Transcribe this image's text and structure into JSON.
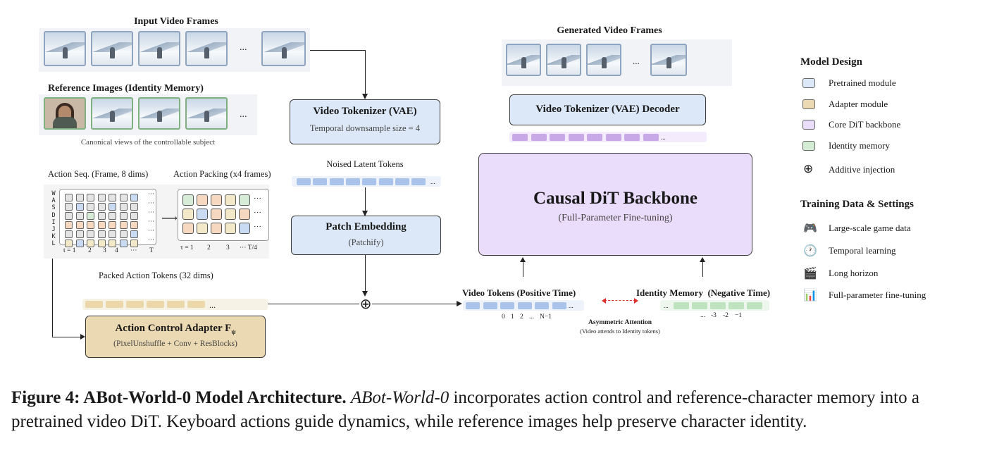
{
  "diagram": {
    "input_frames_title": "Input Video Frames",
    "ellipsis": "...",
    "reference_title": "Reference Images (Identity Memory)",
    "reference_caption": "Canonical views of the controllable subject",
    "action_seq_label": "Action Seq. (Frame, 8 dims)",
    "action_packing_label": "Action Packing (x4 frames)",
    "action_keys": [
      "W",
      "A",
      "S",
      "D",
      "I",
      "J",
      "K",
      "L"
    ],
    "time_axis": [
      "t = 1",
      "2",
      "3",
      "4",
      "···",
      "T"
    ],
    "packed_axis": [
      "τ = 1",
      "2",
      "3",
      "··· T/4"
    ],
    "packed_tokens_label": "Packed Action Tokens (32 dims)",
    "adapter_title": "Action Control Adapter F",
    "adapter_subscript": "ψ",
    "adapter_sub": "(PixelUnshuffle + Conv + ResBlocks)",
    "vae_title": "Video Tokenizer (VAE)",
    "vae_sub": "Temporal downsample size = 4",
    "noised_label": "Noised Latent Tokens",
    "patch_title": "Patch Embedding",
    "patch_sub": "(Patchify)",
    "generated_title": "Generated Video Frames",
    "decoder_title": "Video Tokenizer (VAE) Decoder",
    "dit_title": "Causal DiT Backbone",
    "dit_sub": "(Full-Parameter Fine-tuning)",
    "video_tokens_label": "Video Tokens (Positive Time)",
    "video_token_idx": [
      "0",
      "1",
      "2",
      "...",
      "N−1"
    ],
    "identity_label": "Identity Memory  (Negative Time)",
    "identity_idx": [
      "...",
      "-3",
      "-2",
      "−1"
    ],
    "asym_title": "Asymmetric Attention",
    "asym_sub": "(Video attends to Identity tokens)",
    "plus_symbol": "⊕",
    "token_ellipsis": "..."
  },
  "legend": {
    "model_design_title": "Model Design",
    "items": [
      {
        "label": "Pretrained module",
        "color": "#dce8f7"
      },
      {
        "label": "Adapter module",
        "color": "#ead9b3"
      },
      {
        "label": "Core DiT backbone",
        "color": "#eadcfb"
      },
      {
        "label": "Identity memory",
        "color": "#d4ecd4"
      },
      {
        "label": "Additive injection",
        "symbol": "⊕"
      }
    ],
    "training_title": "Training Data & Settings",
    "training_items": [
      {
        "label": "Large-scale game data",
        "icon": "gamepad-icon",
        "glyph": "🎮"
      },
      {
        "label": "Temporal learning",
        "icon": "clock-icon",
        "glyph": "🕐"
      },
      {
        "label": "Long horizon",
        "icon": "clapperboard-icon",
        "glyph": "🎬"
      },
      {
        "label": "Full-parameter fine-tuning",
        "icon": "bar-chart-icon",
        "glyph": "📊"
      }
    ]
  },
  "caption": {
    "label": "Figure 4: ABot-World-0 Model Architecture.",
    "model_name": "ABot-World-0",
    "text": " incorporates action control and reference-character memory into a pretrained video DiT. Keyboard actions guide dynamics, while reference images help preserve character identity."
  },
  "colors": {
    "pretrained": "#dce8f7",
    "adapter": "#ead9b3",
    "dit": "#eadcfb",
    "identity": "#d4ecd4",
    "token_blue": "#a9c3ea",
    "token_tan": "#ecd7aa",
    "token_purple": "#c9a8e8",
    "token_green": "#bfe3bf",
    "asym_arrow": "#e0302a"
  }
}
